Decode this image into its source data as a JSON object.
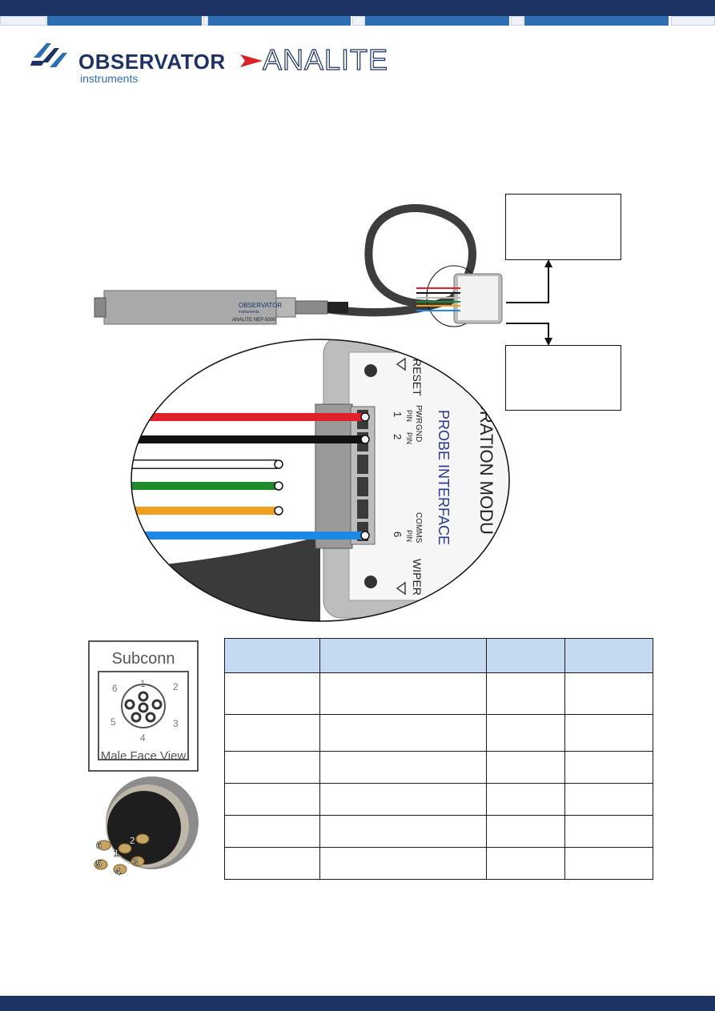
{
  "header": {
    "brand_name": "OBSERVATOR",
    "brand_sub": "instruments",
    "product_brand": "ANALITE"
  },
  "diagram": {
    "probe_brand": "OBSERVATOR",
    "probe_brand_sub": "instruments",
    "probe_model": "ANALITE   NEP-5000",
    "module_title": "LIBRATION MODU",
    "interface_title": "PROBE INTERFACE",
    "reset_label": "RESET",
    "wiper_label": "WIPER",
    "pwr_label": "PWR",
    "gnd_label": "GND",
    "comms_label": "COMMS",
    "pin_word": "PIN",
    "pin_1": "1",
    "pin_2": "2",
    "pin_6": "6",
    "wire_colors": [
      "#e0202a",
      "#111111",
      "#ffffff",
      "#1f8a2c",
      "#f0a020",
      "#1e88e5"
    ]
  },
  "connector": {
    "title": "Subconn",
    "face_view": "Male Face View",
    "pin_numbers": [
      "1",
      "2",
      "3",
      "4",
      "5",
      "6"
    ]
  },
  "table": {
    "headers": [
      "",
      "",
      "",
      ""
    ],
    "rows": [
      [
        "",
        "",
        "",
        ""
      ],
      [
        "",
        "",
        "",
        ""
      ],
      [
        "",
        "",
        "",
        ""
      ],
      [
        "",
        "",
        "",
        ""
      ],
      [
        "",
        "",
        "",
        ""
      ],
      [
        "",
        "",
        "",
        ""
      ]
    ]
  }
}
